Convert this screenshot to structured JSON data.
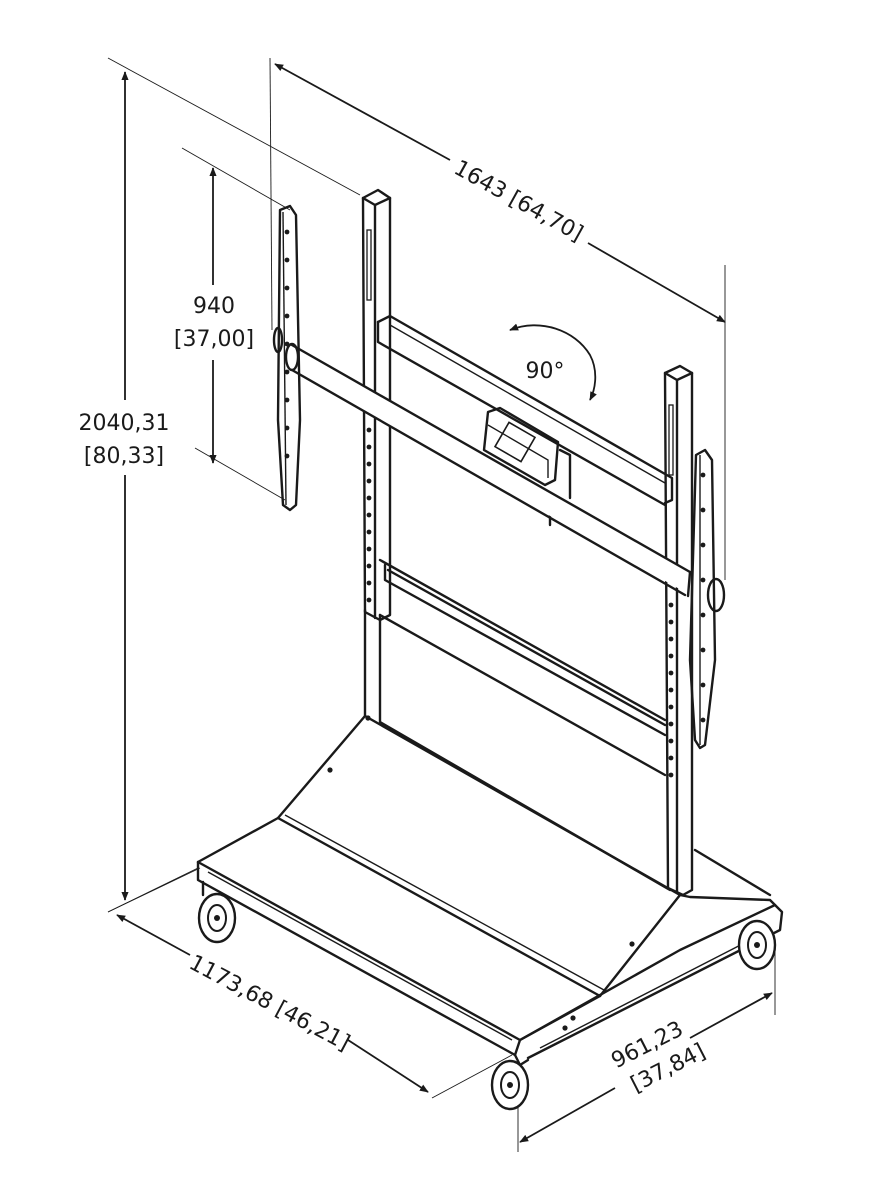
{
  "dimensions": {
    "overall_height": {
      "value": "2040,31",
      "inches": "[80,33]"
    },
    "mount_height": {
      "value": "940",
      "inches": "[37,00]"
    },
    "overall_width": {
      "label": "1643 [64,70]"
    },
    "rotation": {
      "label": "90°"
    },
    "base_width": {
      "label": "1173,68 [46,21]"
    },
    "base_depth": {
      "value": "961,23",
      "inches": "[37,84]"
    }
  },
  "colors": {
    "line": "#1a1a1a",
    "background": "#ffffff"
  }
}
